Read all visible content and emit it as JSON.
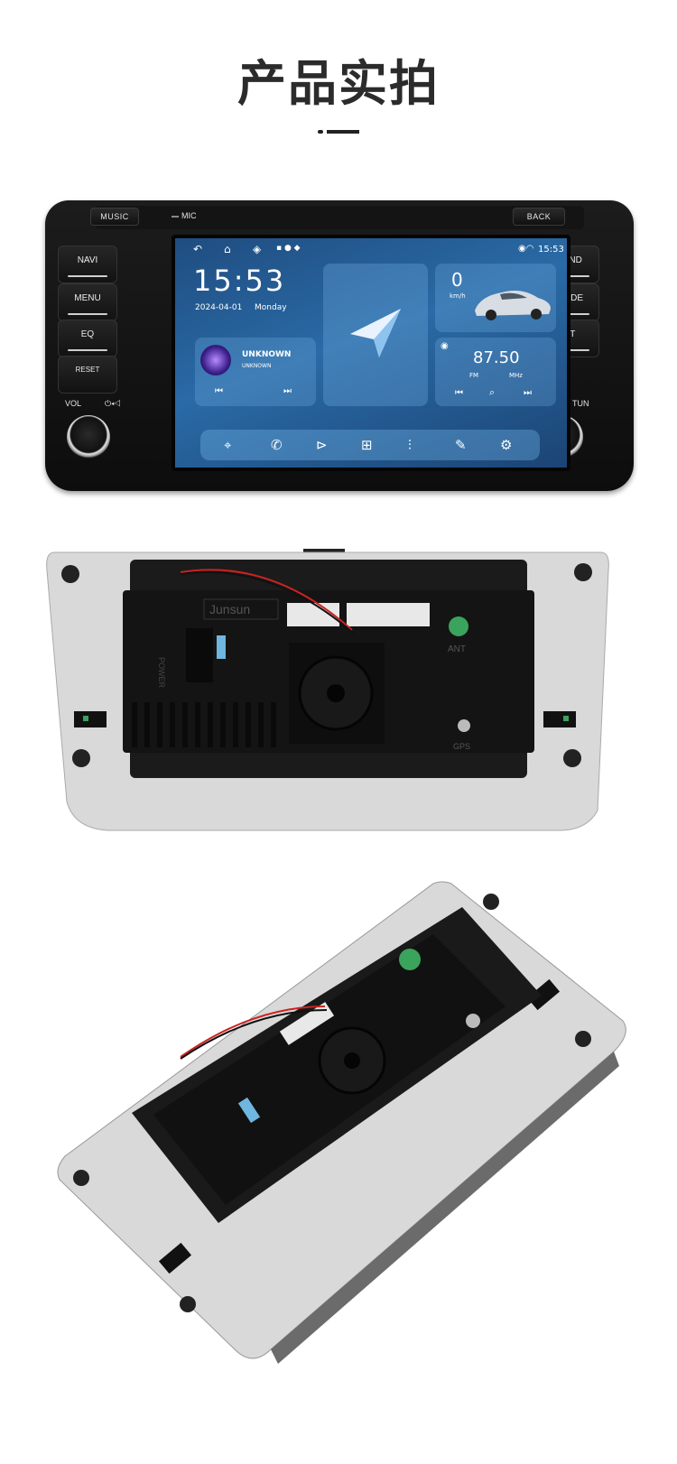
{
  "page": {
    "title": "产品实拍"
  },
  "device": {
    "top_buttons": {
      "music": "MUSIC",
      "mic": "MIC",
      "back": "BACK"
    },
    "left_buttons": [
      "NAVI",
      "MENU",
      "EQ",
      "RESET"
    ],
    "right_buttons": [
      "BAND",
      "MODE",
      "BT"
    ],
    "left_knob_label": "VOL",
    "right_knob_label": "TUN",
    "screen": {
      "status_time": "15:53",
      "clock": "15:53",
      "date": "2024-04-01",
      "weekday": "Monday",
      "speed_value": "0",
      "speed_unit": "km/h",
      "music_title": "UNKNOWN",
      "music_artist": "UNKNOWN",
      "radio_freq": "87.50",
      "radio_band": "FM",
      "radio_unit": "MHz",
      "dock_icons": [
        "location-icon",
        "phone-icon",
        "play-icon",
        "apps-icon",
        "equalizer-icon",
        "brush-icon",
        "settings-icon"
      ]
    }
  },
  "back_labels": {
    "brand": "Junsun",
    "power": "POWER",
    "ant": "ANT",
    "gps": "GPS"
  },
  "colors": {
    "screen_blue": "#2a6aa6",
    "body_black": "#111111",
    "plate_gray": "#d9d9d9",
    "connector_green": "#3aa35c"
  }
}
